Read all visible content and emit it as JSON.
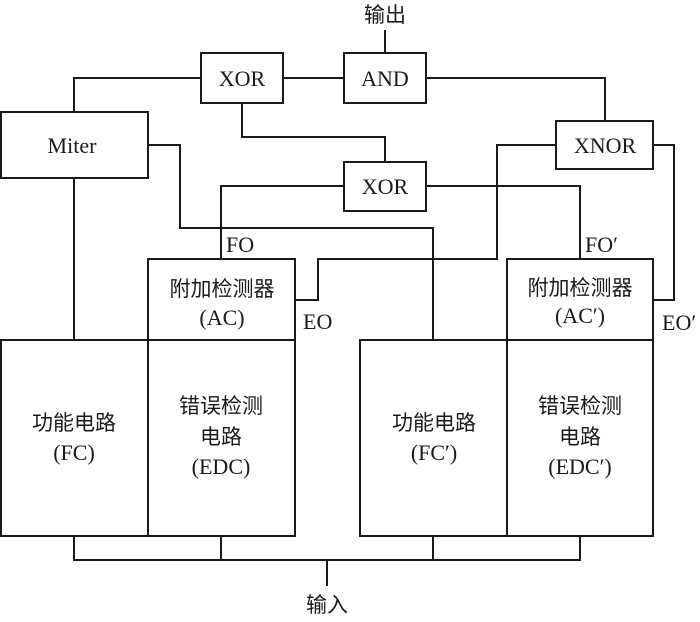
{
  "diagram": {
    "output_label": "输出",
    "input_label": "输入",
    "gates": {
      "xor_top": "XOR",
      "and": "AND",
      "xor_mid": "XOR",
      "xnor": "XNOR"
    },
    "miter": "Miter",
    "left": {
      "ac_line1": "附加检测器",
      "ac_line2": "(AC)",
      "fc_line1": "功能电路",
      "fc_line2": "(FC)",
      "edc_line1": "错误检测",
      "edc_line2": "电路",
      "edc_line3": "(EDC)",
      "fo_label": "FO",
      "eo_label": "EO"
    },
    "right": {
      "ac_line1": "附加检测器",
      "ac_line2": "(AC′)",
      "fc_line1": "功能电路",
      "fc_line2": "(FC′)",
      "edc_line1": "错误检测",
      "edc_line2": "电路",
      "edc_line3": "(EDC′)",
      "fo_label": "FO′",
      "eo_label": "EO′"
    }
  }
}
